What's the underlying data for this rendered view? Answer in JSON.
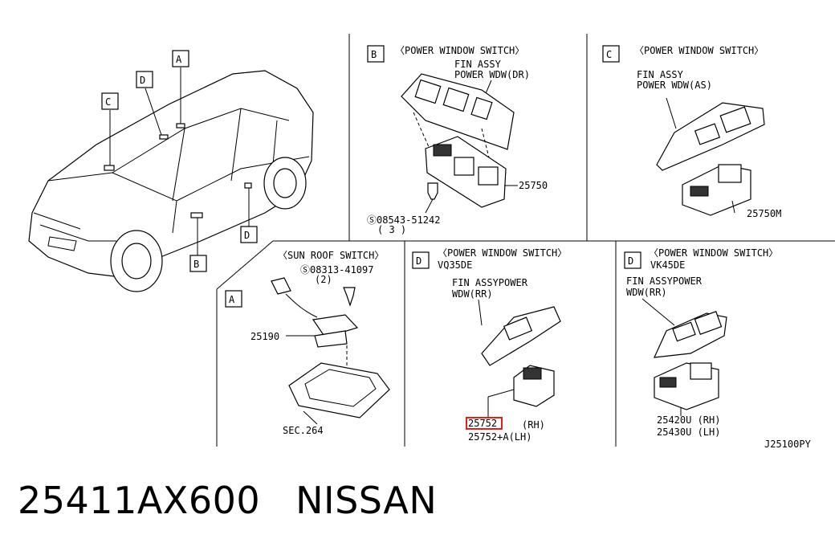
{
  "callouts": {
    "A": "A",
    "B": "B",
    "C": "C",
    "D": "D"
  },
  "panel_b": {
    "title": "〈POWER WINDOW SWITCH〉",
    "fin_line1": "FIN ASSY",
    "fin_line2": "POWER WDW(DR)",
    "part": "25750",
    "screw": "Ⓢ08543-51242",
    "qty": "( 3 )"
  },
  "panel_c": {
    "title": "〈POWER WINDOW SWITCH〉",
    "fin_line1": "FIN ASSY",
    "fin_line2": "POWER WDW(AS)",
    "part": "25750M"
  },
  "panel_a": {
    "title": "〈SUN ROOF SWITCH〉",
    "screw": "Ⓢ08313-41097",
    "qty": "(2)",
    "part": "25190",
    "sec": "SEC.264"
  },
  "panel_d1": {
    "title": "〈POWER WINDOW SWITCH〉",
    "model": "VQ35DE",
    "fin_line1": "FIN ASSYPOWER",
    "fin_line2": "WDW(RR)",
    "part_highlight": "25752",
    "rh": "(RH)",
    "part_lh": "25752+A(LH)"
  },
  "panel_d2": {
    "title": "〈POWER WINDOW SWITCH〉",
    "model": "VK45DE",
    "fin_line1": "FIN ASSYPOWER",
    "fin_line2": "WDW(RR)",
    "part_rh": "25420U (RH)",
    "part_lh": "25430U (LH)"
  },
  "diagram_code": "J25100PY",
  "footer": {
    "part_number": "25411AX600",
    "brand": "NISSAN"
  },
  "colors": {
    "highlight": "#e0201b",
    "line": "#000000"
  }
}
